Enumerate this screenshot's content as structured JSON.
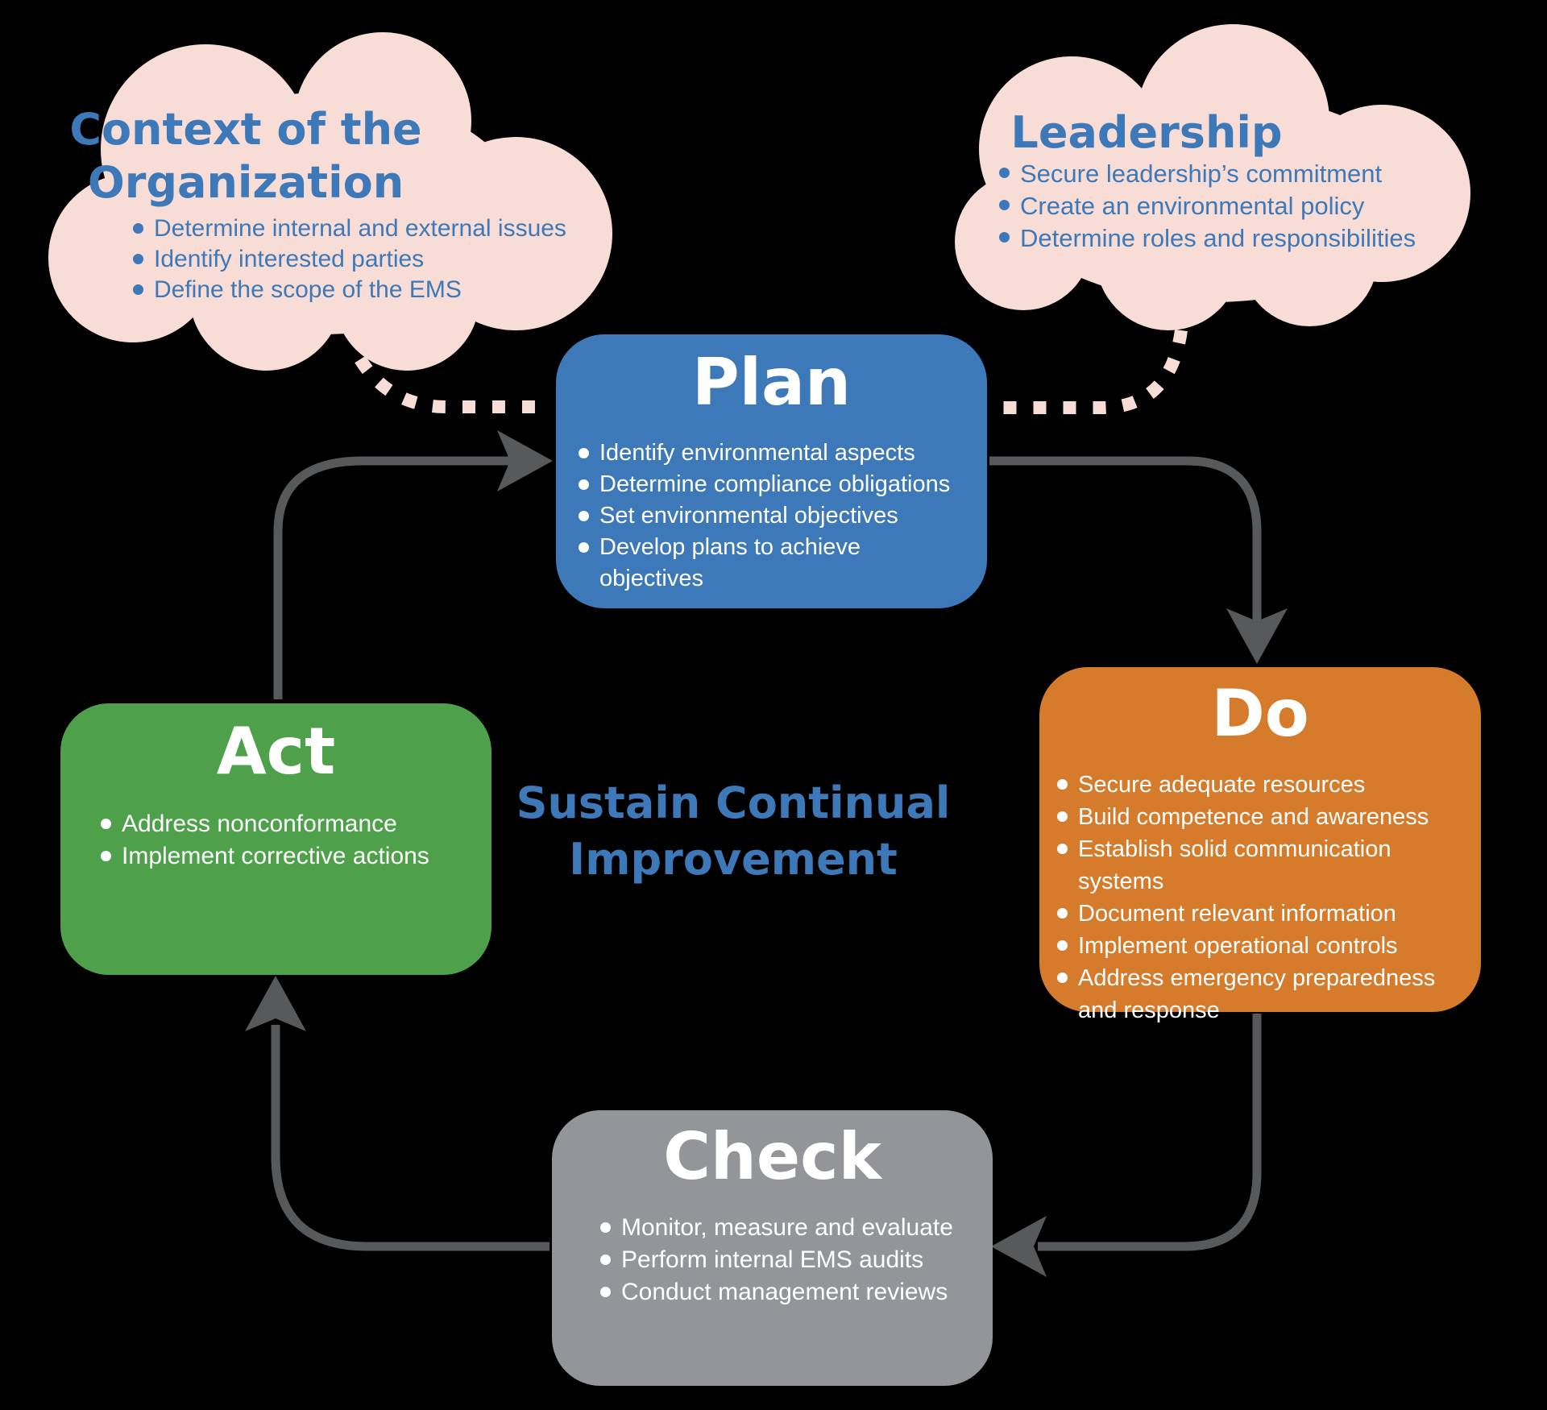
{
  "colors": {
    "blue": "#3d78b8",
    "orange": "#d57b2b",
    "green": "#4fa04b",
    "gray": "#939598",
    "arrow_gray": "#58595b",
    "cloud_pink": "#f8ddd6",
    "white": "#ffffff",
    "background": "#000000"
  },
  "clouds": {
    "context": {
      "title_lines": [
        "Context of the",
        "Organization"
      ],
      "bullets": [
        "Determine internal and external issues",
        "Identify interested parties",
        "Define the scope of the EMS"
      ]
    },
    "leadership": {
      "title": "Leadership",
      "bullets": [
        "Secure leadership’s commitment",
        "Create an environmental policy",
        "Determine roles and responsibilities"
      ]
    }
  },
  "cycle": {
    "plan": {
      "title": "Plan",
      "bullets": [
        "Identify environmental aspects",
        "Determine compliance obligations",
        "Set environmental objectives",
        "Develop plans to achieve objectives"
      ]
    },
    "do": {
      "title": "Do",
      "bullets": [
        "Secure adequate resources",
        "Build competence and awareness",
        "Establish solid communication systems",
        "Document relevant information",
        "Implement operational controls",
        "Address emergency preparedness and response"
      ]
    },
    "check": {
      "title": "Check",
      "bullets": [
        "Monitor, measure and evaluate",
        "Perform internal EMS audits",
        "Conduct management reviews"
      ]
    },
    "act": {
      "title": "Act",
      "bullets": [
        "Address nonconformance",
        "Implement corrective actions"
      ]
    }
  },
  "center_label": {
    "lines": [
      "Sustain Continual",
      "Improvement"
    ]
  }
}
